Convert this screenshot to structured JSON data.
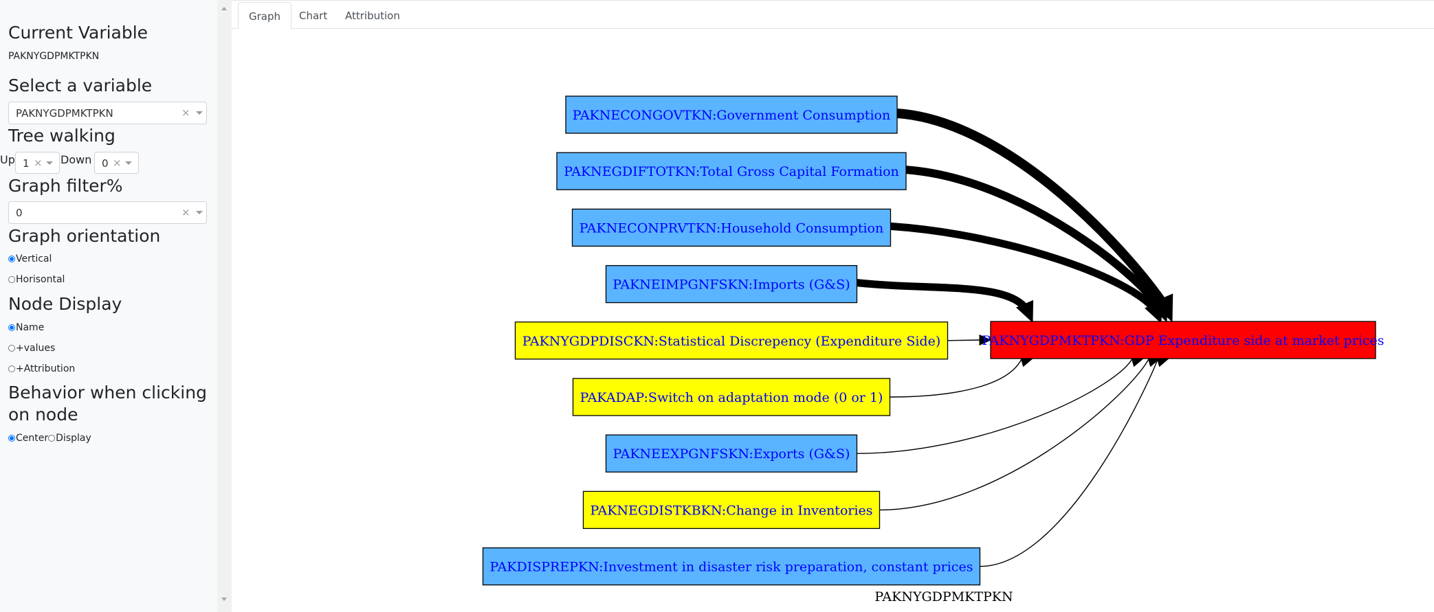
{
  "sidebar": {
    "current_variable_heading": "Current Variable",
    "current_variable_value": "PAKNYGDPMKTPKN",
    "select_heading": "Select a variable",
    "select_value": "PAKNYGDPMKTPKN",
    "tree_walking_heading": "Tree walking",
    "up_label": "Up",
    "up_value": "1",
    "down_label": "Down",
    "down_value": "0",
    "filter_heading": "Graph filter%",
    "filter_value": "0",
    "orientation_heading": "Graph orientation",
    "orientation_options": [
      "Vertical",
      "Horisontal"
    ],
    "node_display_heading": "Node Display",
    "node_display_options": [
      "Name",
      "+values",
      "+Attribution"
    ],
    "behavior_heading_1": "Behavior when clicking",
    "behavior_heading_2": "on node",
    "behavior_options": [
      "Center",
      "Display"
    ],
    "clear_glyph": "×"
  },
  "tabs": [
    "Graph",
    "Chart",
    "Attribution"
  ],
  "graph": {
    "caption": "PAKNYGDPMKTPKN",
    "target": {
      "label": "PAKNYGDPMKTPKN:GDP Expenditure side at market prices",
      "fill": "#ff0000"
    },
    "sources": [
      {
        "label": "PAKNECONGOVTKN:Government Consumption",
        "fill": "#5ab4ff",
        "weight": 5
      },
      {
        "label": "PAKNEGDIFTOTKN:Total Gross Capital Formation",
        "fill": "#5ab4ff",
        "weight": 5
      },
      {
        "label": "PAKNECONPRVTKN:Household Consumption",
        "fill": "#5ab4ff",
        "weight": 4
      },
      {
        "label": "PAKNEIMPGNFSKN:Imports (G&S)",
        "fill": "#5ab4ff",
        "weight": 4
      },
      {
        "label": "PAKNYGDPDISCKN:Statistical Discrepency (Expenditure Side)",
        "fill": "#ffff00",
        "weight": 1
      },
      {
        "label": "PAKADAP:Switch on adaptation mode (0 or 1)",
        "fill": "#ffff00",
        "weight": 1
      },
      {
        "label": "PAKNEEXPGNFSKN:Exports (G&S)",
        "fill": "#5ab4ff",
        "weight": 1
      },
      {
        "label": "PAKNEGDISTKBKN:Change in Inventories",
        "fill": "#ffff00",
        "weight": 1
      },
      {
        "label": "PAKDISPREPKN:Investment in disaster risk preparation, constant prices",
        "fill": "#5ab4ff",
        "weight": 1
      }
    ]
  }
}
